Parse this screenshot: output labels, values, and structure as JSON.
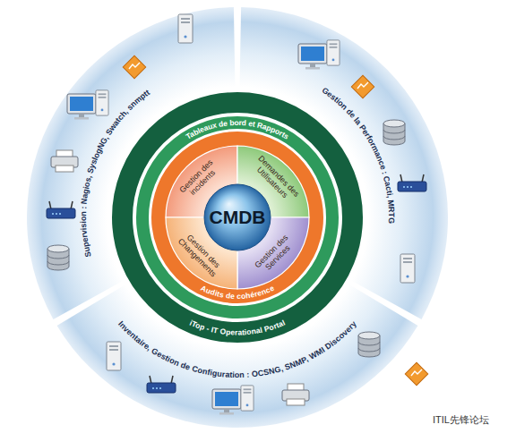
{
  "diagram": {
    "nodes": [
      {
        "text": [
          "Supervision : Nagios, SyslogNG, Swatch, snmptt"
        ]
      },
      {
        "text": [
          "Gestion de la Performance : Cacti, MRTG"
        ]
      },
      {
        "text": [
          "Inventaire, Gestion de Configuration : OCSNG, SNMP, WMI Discovery"
        ]
      },
      {
        "text": [
          "iTop - IT Operational Portal"
        ]
      },
      {
        "text": [
          "Tableaux de bord et Rapports"
        ],
        "in": 3
      },
      {
        "text": [
          "Audits de cohérence"
        ],
        "in": 4
      },
      {
        "text": [
          "Gestion des incidents"
        ],
        "in": 5
      },
      {
        "text": [
          "Demandes des Utilisateurs"
        ],
        "in": 5
      },
      {
        "text": [
          "Gestion des Services"
        ],
        "in": 5
      },
      {
        "text": [
          "Gestion des Changements"
        ],
        "in": 5
      },
      {
        "text": [
          "CMDB"
        ],
        "in": 5
      }
    ],
    "labels": [
      "ITIL先锋论坛"
    ]
  }
}
